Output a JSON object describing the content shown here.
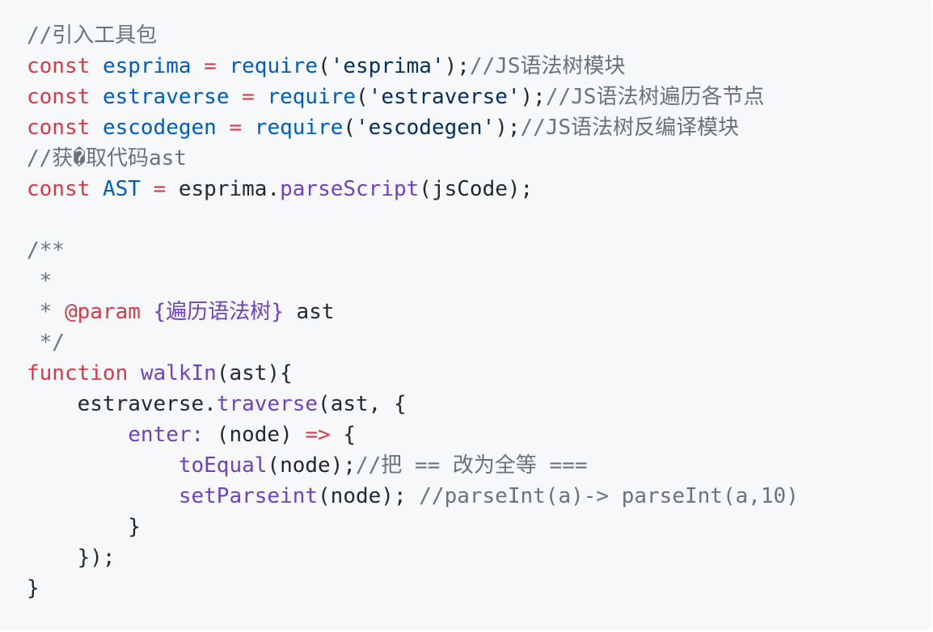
{
  "code": {
    "lines": [
      {
        "segments": [
          {
            "t": "//引入工具包",
            "c": "cm"
          }
        ]
      },
      {
        "segments": [
          {
            "t": "const",
            "c": "kw"
          },
          {
            "t": " ",
            "c": "tx"
          },
          {
            "t": "esprima",
            "c": "var"
          },
          {
            "t": " ",
            "c": "tx"
          },
          {
            "t": "=",
            "c": "op"
          },
          {
            "t": " ",
            "c": "tx"
          },
          {
            "t": "require",
            "c": "var"
          },
          {
            "t": "(",
            "c": "tx"
          },
          {
            "t": "'esprima'",
            "c": "str"
          },
          {
            "t": ");",
            "c": "tx"
          },
          {
            "t": "//JS语法树模块",
            "c": "cm"
          }
        ]
      },
      {
        "segments": [
          {
            "t": "const",
            "c": "kw"
          },
          {
            "t": " ",
            "c": "tx"
          },
          {
            "t": "estraverse",
            "c": "var"
          },
          {
            "t": " ",
            "c": "tx"
          },
          {
            "t": "=",
            "c": "op"
          },
          {
            "t": " ",
            "c": "tx"
          },
          {
            "t": "require",
            "c": "var"
          },
          {
            "t": "(",
            "c": "tx"
          },
          {
            "t": "'estraverse'",
            "c": "str"
          },
          {
            "t": ");",
            "c": "tx"
          },
          {
            "t": "//JS语法树遍历各节点",
            "c": "cm"
          }
        ]
      },
      {
        "segments": [
          {
            "t": "const",
            "c": "kw"
          },
          {
            "t": " ",
            "c": "tx"
          },
          {
            "t": "escodegen",
            "c": "var"
          },
          {
            "t": " ",
            "c": "tx"
          },
          {
            "t": "=",
            "c": "op"
          },
          {
            "t": " ",
            "c": "tx"
          },
          {
            "t": "require",
            "c": "var"
          },
          {
            "t": "(",
            "c": "tx"
          },
          {
            "t": "'escodegen'",
            "c": "str"
          },
          {
            "t": ");",
            "c": "tx"
          },
          {
            "t": "//JS语法树反编译模块",
            "c": "cm"
          }
        ]
      },
      {
        "segments": [
          {
            "t": "//获�取代码ast",
            "c": "cm"
          }
        ]
      },
      {
        "segments": [
          {
            "t": "const",
            "c": "kw"
          },
          {
            "t": " ",
            "c": "tx"
          },
          {
            "t": "AST",
            "c": "var"
          },
          {
            "t": " ",
            "c": "tx"
          },
          {
            "t": "=",
            "c": "op"
          },
          {
            "t": " esprima.",
            "c": "tx"
          },
          {
            "t": "parseScript",
            "c": "fn"
          },
          {
            "t": "(jsCode);",
            "c": "tx"
          }
        ]
      },
      {
        "segments": [
          {
            "t": "",
            "c": "tx"
          }
        ]
      },
      {
        "segments": [
          {
            "t": "/**",
            "c": "cm"
          }
        ]
      },
      {
        "segments": [
          {
            "t": " *",
            "c": "cm"
          }
        ]
      },
      {
        "segments": [
          {
            "t": " * ",
            "c": "cm"
          },
          {
            "t": "@param",
            "c": "kw"
          },
          {
            "t": " ",
            "c": "cm"
          },
          {
            "t": "{遍历语法树}",
            "c": "fn"
          },
          {
            "t": " ast",
            "c": "tx"
          }
        ]
      },
      {
        "segments": [
          {
            "t": " */",
            "c": "cm"
          }
        ]
      },
      {
        "segments": [
          {
            "t": "function",
            "c": "kw"
          },
          {
            "t": " ",
            "c": "tx"
          },
          {
            "t": "walkIn",
            "c": "fn"
          },
          {
            "t": "(ast){",
            "c": "tx"
          }
        ]
      },
      {
        "segments": [
          {
            "t": "    estraverse.",
            "c": "tx"
          },
          {
            "t": "traverse",
            "c": "fn"
          },
          {
            "t": "(ast, {",
            "c": "tx"
          }
        ]
      },
      {
        "segments": [
          {
            "t": "        ",
            "c": "tx"
          },
          {
            "t": "enter:",
            "c": "fn"
          },
          {
            "t": " (node) ",
            "c": "tx"
          },
          {
            "t": "=>",
            "c": "op"
          },
          {
            "t": " {",
            "c": "tx"
          }
        ]
      },
      {
        "segments": [
          {
            "t": "            ",
            "c": "tx"
          },
          {
            "t": "toEqual",
            "c": "fn"
          },
          {
            "t": "(node);",
            "c": "tx"
          },
          {
            "t": "//把 == 改为全等 ===",
            "c": "cm"
          }
        ]
      },
      {
        "segments": [
          {
            "t": "            ",
            "c": "tx"
          },
          {
            "t": "setParseint",
            "c": "fn"
          },
          {
            "t": "(node); ",
            "c": "tx"
          },
          {
            "t": "//parseInt(a)-> parseInt(a,10)",
            "c": "cm"
          }
        ]
      },
      {
        "segments": [
          {
            "t": "        }",
            "c": "tx"
          }
        ]
      },
      {
        "segments": [
          {
            "t": "    });",
            "c": "tx"
          }
        ]
      },
      {
        "segments": [
          {
            "t": "}",
            "c": "tx"
          }
        ]
      }
    ]
  }
}
